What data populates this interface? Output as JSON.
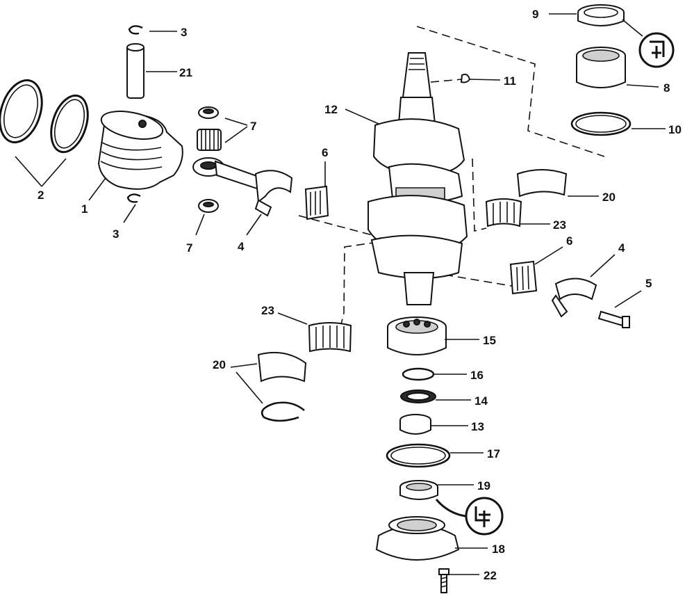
{
  "diagram": {
    "callouts": [
      {
        "id": "c1",
        "label": "1"
      },
      {
        "id": "c2",
        "label": "2"
      },
      {
        "id": "c3a",
        "label": "3"
      },
      {
        "id": "c3b",
        "label": "3"
      },
      {
        "id": "c4a",
        "label": "4"
      },
      {
        "id": "c4b",
        "label": "4"
      },
      {
        "id": "c5",
        "label": "5"
      },
      {
        "id": "c6a",
        "label": "6"
      },
      {
        "id": "c6b",
        "label": "6"
      },
      {
        "id": "c7a",
        "label": "7"
      },
      {
        "id": "c7b",
        "label": "7"
      },
      {
        "id": "c8",
        "label": "8"
      },
      {
        "id": "c9",
        "label": "9"
      },
      {
        "id": "c10",
        "label": "10"
      },
      {
        "id": "c11",
        "label": "11"
      },
      {
        "id": "c12",
        "label": "12"
      },
      {
        "id": "c13",
        "label": "13"
      },
      {
        "id": "c14",
        "label": "14"
      },
      {
        "id": "c15",
        "label": "15"
      },
      {
        "id": "c16",
        "label": "16"
      },
      {
        "id": "c17",
        "label": "17"
      },
      {
        "id": "c18",
        "label": "18"
      },
      {
        "id": "c19",
        "label": "19"
      },
      {
        "id": "c20a",
        "label": "20"
      },
      {
        "id": "c20b",
        "label": "20"
      },
      {
        "id": "c21",
        "label": "21"
      },
      {
        "id": "c22",
        "label": "22"
      },
      {
        "id": "c23a",
        "label": "23"
      },
      {
        "id": "c23b",
        "label": "23"
      }
    ],
    "symbols": [
      {
        "id": "sym-top",
        "icon": "lubricant-application-icon"
      },
      {
        "id": "sym-bottom",
        "icon": "sealant-application-icon"
      }
    ]
  }
}
